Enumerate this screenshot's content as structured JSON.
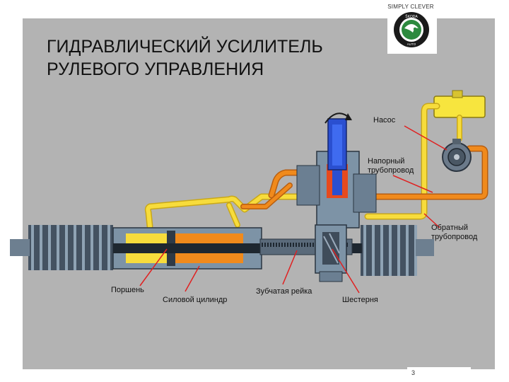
{
  "brand": {
    "slogan": "SIMPLY CLEVER",
    "logo_text": "ŠKODA AUTO"
  },
  "title": {
    "line1": "ГИДРАВЛИЧЕСКИЙ УСИЛИТЕЛЬ",
    "line2": "РУЛЕВОГО УПРАВЛЕНИЯ"
  },
  "labels": {
    "pump": "Насос",
    "pressure_line_1": "Напорный",
    "pressure_line_2": "трубопровод",
    "return_line_1": "Обратный",
    "return_line_2": "трубопровод",
    "piston": "Поршень",
    "power_cylinder": "Силовой цилиндр",
    "rack": "Зубчатая рейка",
    "pinion": "Шестерня"
  },
  "page_number": "3",
  "colors": {
    "background": "#b3b3b3",
    "pressure_fluid": "#f08a1c",
    "return_fluid": "#f7dc3c",
    "steering_shaft": "#2a4fd0",
    "housing": "#7d93a6",
    "leader_lines": "#e02020"
  }
}
